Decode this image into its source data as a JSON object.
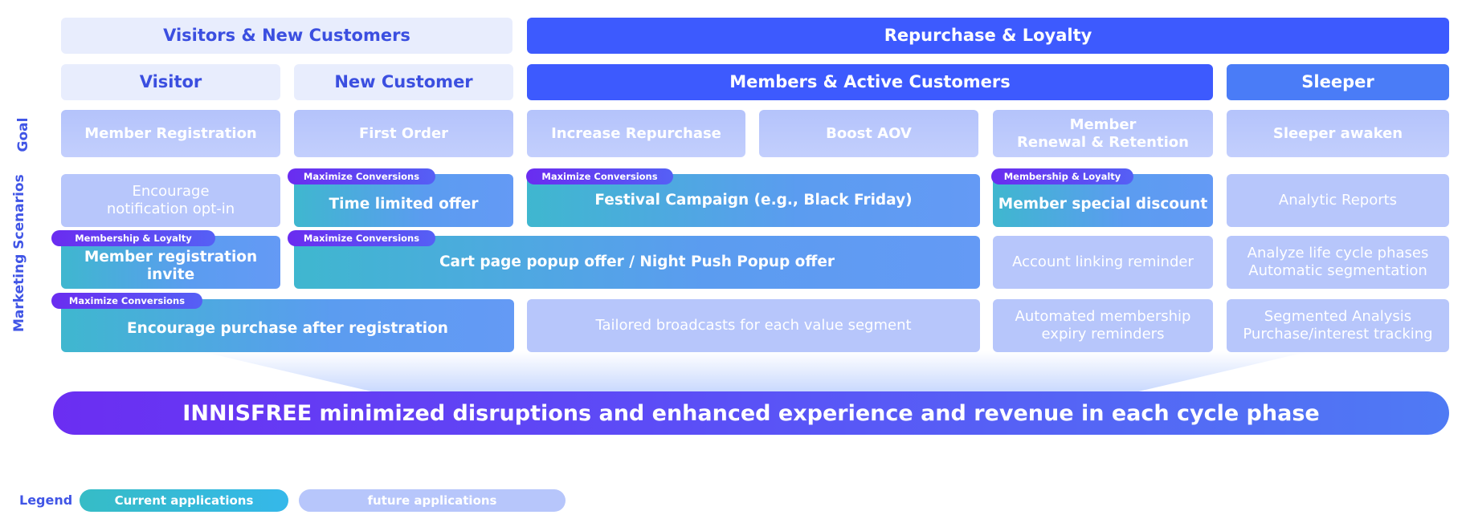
{
  "headers": {
    "visitors_new": "Visitors & New Customers",
    "repurchase": "Repurchase & Loyalty",
    "visitor": "Visitor",
    "new_customer": "New Customer",
    "members_active": "Members & Active Customers",
    "sleeper": "Sleeper"
  },
  "side_labels": {
    "goal": "Goal",
    "marketing": "Marketing Scenarios"
  },
  "goals": {
    "member_registration": "Member Registration",
    "first_order": "First Order",
    "increase_repurchase": "Increase Repurchase",
    "boost_aov": "Boost AOV",
    "renewal_line1": "Member",
    "renewal_line2": "Renewal & Retention",
    "sleeper_awaken": "Sleeper awaken"
  },
  "scenarios": {
    "encourage_optin_line1": "Encourage",
    "encourage_optin_line2": "notification opt-in",
    "time_limited": "Time limited offer",
    "festival": "Festival Campaign (e.g., Black Friday)",
    "member_discount": "Member special discount",
    "analytic_reports": "Analytic Reports",
    "registration_invite": "Member registration invite",
    "cart_popup": "Cart page popup offer / Night Push Popup offer",
    "account_linking": "Account linking reminder",
    "lifecycle_line1": "Analyze life cycle phases",
    "lifecycle_line2": "Automatic segmentation",
    "purchase_after_reg": "Encourage purchase after registration",
    "tailored_broadcasts": "Tailored broadcasts for each value segment",
    "expiry_line1": "Automated membership",
    "expiry_line2": "expiry reminders",
    "segmented_line1": "Segmented Analysis",
    "segmented_line2": "Purchase/interest tracking"
  },
  "tags": {
    "time_limited": "Maximize Conversions",
    "festival": "Maximize Conversions",
    "member_discount": "Membership & Loyalty",
    "registration_invite": "Membership & Loyalty",
    "cart_popup": "Maximize Conversions",
    "purchase_after_reg": "Maximize Conversions"
  },
  "banner": "INNISFREE minimized disruptions and enhanced experience and revenue in each cycle phase",
  "legend": {
    "label": "Legend",
    "current": "Current applications",
    "future": "future applications"
  },
  "colors": {
    "primary_blue": "#3d5afe",
    "light_header": "#e8edfd",
    "future_box": "#b7c6fb",
    "current_gradient_start": "#3fb7cf",
    "current_gradient_end": "#649af5",
    "tag_purple": "#6a2cf0"
  }
}
